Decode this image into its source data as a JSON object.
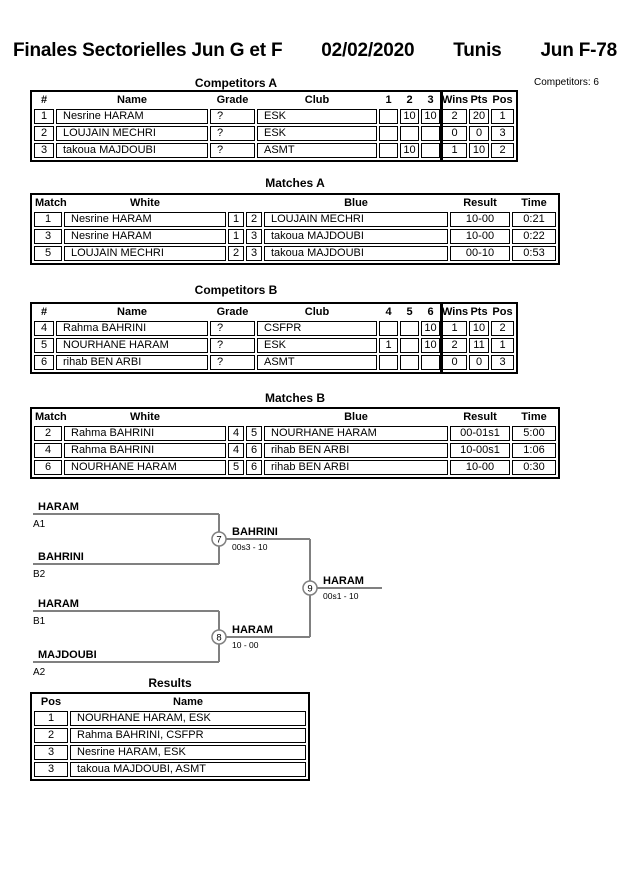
{
  "header": {
    "event_title": "Finales Sectorielles Jun G et F",
    "date": "02/02/2020",
    "city": "Tunis",
    "category": "Jun F-78",
    "competitors_count": "Competitors: 6"
  },
  "competitors_a": {
    "title": "Competitors A",
    "headers": [
      "#",
      "Name",
      "Grade",
      "Club",
      "1",
      "2",
      "3",
      "Wins",
      "Pts",
      "Pos"
    ],
    "rows": [
      [
        "1",
        "Nesrine HARAM",
        "?",
        "ESK",
        "",
        "10",
        "10",
        "2",
        "20",
        "1"
      ],
      [
        "2",
        "LOUJAIN MECHRI",
        "?",
        "ESK",
        "",
        "",
        "",
        "0",
        "0",
        "3"
      ],
      [
        "3",
        "takoua MAJDOUBI",
        "?",
        "ASMT",
        "",
        "10",
        "",
        "1",
        "10",
        "2"
      ]
    ]
  },
  "matches_a": {
    "title": "Matches A",
    "headers": [
      "Match",
      "White",
      "",
      "",
      "Blue",
      "Result",
      "Time"
    ],
    "rows": [
      [
        "1",
        "Nesrine HARAM",
        "1",
        "2",
        "LOUJAIN MECHRI",
        "10-00",
        "0:21"
      ],
      [
        "3",
        "Nesrine HARAM",
        "1",
        "3",
        "takoua MAJDOUBI",
        "10-00",
        "0:22"
      ],
      [
        "5",
        "LOUJAIN MECHRI",
        "2",
        "3",
        "takoua MAJDOUBI",
        "00-10",
        "0:53"
      ]
    ]
  },
  "competitors_b": {
    "title": "Competitors B",
    "headers": [
      "#",
      "Name",
      "Grade",
      "Club",
      "4",
      "5",
      "6",
      "Wins",
      "Pts",
      "Pos"
    ],
    "rows": [
      [
        "4",
        "Rahma BAHRINI",
        "?",
        "CSFPR",
        "",
        "",
        "10",
        "1",
        "10",
        "2"
      ],
      [
        "5",
        "NOURHANE HARAM",
        "?",
        "ESK",
        "1",
        "",
        "10",
        "2",
        "11",
        "1"
      ],
      [
        "6",
        "rihab BEN ARBI",
        "?",
        "ASMT",
        "",
        "",
        "",
        "0",
        "0",
        "3"
      ]
    ]
  },
  "matches_b": {
    "title": "Matches B",
    "headers": [
      "Match",
      "White",
      "",
      "",
      "Blue",
      "Result",
      "Time"
    ],
    "rows": [
      [
        "2",
        "Rahma BAHRINI",
        "4",
        "5",
        "NOURHANE HARAM",
        "00-01s1",
        "5:00"
      ],
      [
        "4",
        "Rahma BAHRINI",
        "4",
        "6",
        "rihab BEN ARBI",
        "10-00s1",
        "1:06"
      ],
      [
        "6",
        "NOURHANE HARAM",
        "5",
        "6",
        "rihab BEN ARBI",
        "10-00",
        "0:30"
      ]
    ]
  },
  "bracket": {
    "entries": [
      {
        "name": "HARAM",
        "seed": "A1"
      },
      {
        "name": "BAHRINI",
        "seed": "B2"
      },
      {
        "name": "HARAM",
        "seed": "B1"
      },
      {
        "name": "MAJDOUBI",
        "seed": "A2"
      }
    ],
    "matches": [
      {
        "number": "7",
        "winner": "BAHRINI",
        "score": "00s3 - 10"
      },
      {
        "number": "8",
        "winner": "HARAM",
        "score": "10 - 00"
      },
      {
        "number": "9",
        "winner": "HARAM",
        "score": "00s1 - 10"
      }
    ]
  },
  "results": {
    "title": "Results",
    "headers": [
      "Pos",
      "Name"
    ],
    "rows": [
      [
        "1",
        "NOURHANE HARAM, ESK"
      ],
      [
        "2",
        "Rahma BAHRINI, CSFPR"
      ],
      [
        "3",
        "Nesrine HARAM, ESK"
      ],
      [
        "3",
        "takoua MAJDOUBI, ASMT"
      ]
    ]
  }
}
